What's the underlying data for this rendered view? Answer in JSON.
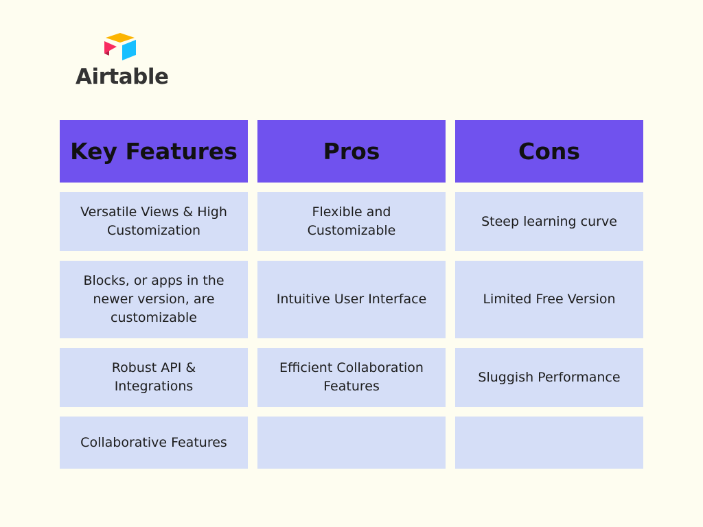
{
  "logo": {
    "text": "Airtable",
    "colors": {
      "top": "#fcb400",
      "left": "#f82b60",
      "right": "#18bfff",
      "wordmark": "#333333"
    }
  },
  "table": {
    "headers": [
      "Key Features",
      "Pros",
      "Cons"
    ],
    "rows": [
      [
        "Versatile Views & High Customization",
        "Flexible and Customizable",
        "Steep learning curve"
      ],
      [
        "Blocks, or apps in the newer version, are customizable",
        "Intuitive User Interface",
        "Limited Free Version"
      ],
      [
        "Robust API & Integrations",
        "Efficient Collaboration Features",
        "Sluggish Performance"
      ],
      [
        "Collaborative Features",
        "",
        ""
      ]
    ]
  },
  "colors": {
    "background": "#fefdf0",
    "header_bg": "#7052ee",
    "cell_bg": "#d5def7"
  }
}
